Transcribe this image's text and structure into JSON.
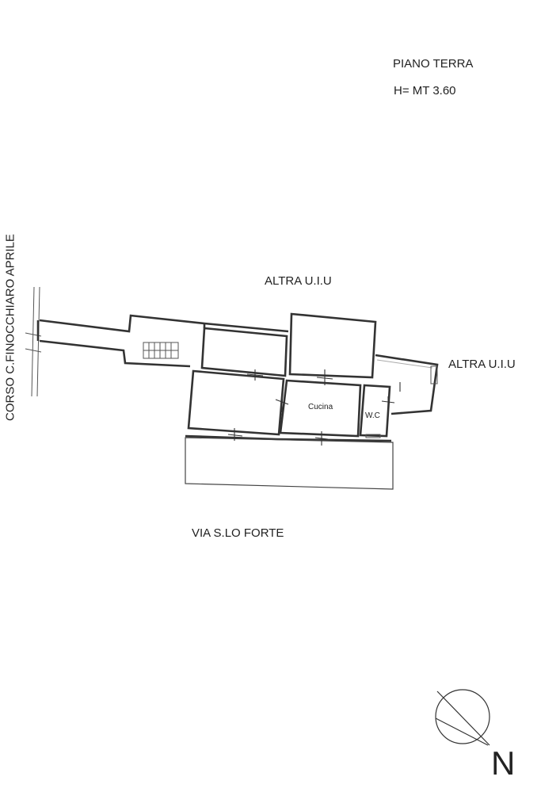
{
  "title": {
    "floor": "PIANO TERRA",
    "height": "H= MT 3.60"
  },
  "labels": {
    "street_west": "CORSO C.FINOCCHIARO APRILE",
    "neighbor_north": "ALTRA U.I.U",
    "neighbor_east": "ALTRA U.I.U",
    "street_south": "VIA S.LO FORTE"
  },
  "rooms": {
    "kitchen": "Cucina",
    "wc": "W.C"
  },
  "compass": {
    "north_label": "N"
  }
}
